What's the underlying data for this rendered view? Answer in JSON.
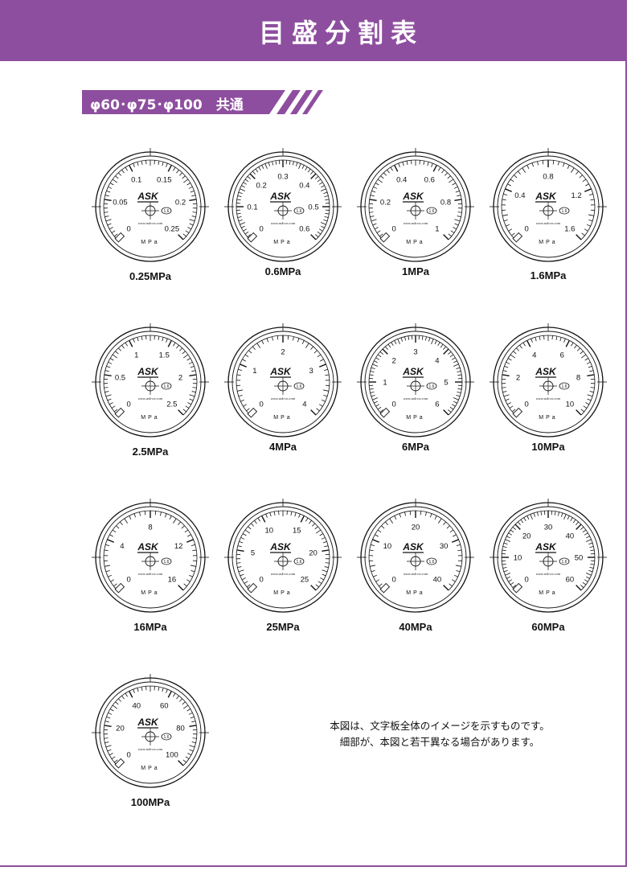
{
  "header": {
    "title": "目盛分割表"
  },
  "section": {
    "label": "φ60･φ75･φ100　共通"
  },
  "brand": {
    "logo": "ASK",
    "url": "www.ask-cn.com",
    "unit": "MPa",
    "badge": "1.6"
  },
  "colors": {
    "accent": "#8e4e9f",
    "ink": "#111111",
    "frame": "#8e4e9f"
  },
  "gauges": [
    {
      "caption": "0.25MPa",
      "labels": [
        "0",
        "0.05",
        "0.1",
        "0.15",
        "0.2",
        "0.25"
      ]
    },
    {
      "caption": "0.6MPa",
      "labels": [
        "0",
        "0.1",
        "0.2",
        "0.3",
        "0.4",
        "0.5",
        "0.6"
      ]
    },
    {
      "caption": "1MPa",
      "labels": [
        "0",
        "0.2",
        "0.4",
        "0.6",
        "0.8",
        "1"
      ]
    },
    {
      "caption": "1.6MPa",
      "labels": [
        "0",
        "0.4",
        "0.8",
        "1.2",
        "1.6"
      ]
    },
    {
      "caption": "2.5MPa",
      "labels": [
        "0",
        "0.5",
        "1",
        "1.5",
        "2",
        "2.5"
      ]
    },
    {
      "caption": "4MPa",
      "labels": [
        "0",
        "1",
        "2",
        "3",
        "4"
      ]
    },
    {
      "caption": "6MPa",
      "labels": [
        "0",
        "1",
        "2",
        "3",
        "4",
        "5",
        "6"
      ]
    },
    {
      "caption": "10MPa",
      "labels": [
        "0",
        "2",
        "4",
        "6",
        "8",
        "10"
      ]
    },
    {
      "caption": "16MPa",
      "labels": [
        "0",
        "4",
        "8",
        "12",
        "16"
      ]
    },
    {
      "caption": "25MPa",
      "labels": [
        "0",
        "5",
        "10",
        "15",
        "20",
        "25"
      ]
    },
    {
      "caption": "40MPa",
      "labels": [
        "0",
        "10",
        "20",
        "30",
        "40"
      ]
    },
    {
      "caption": "60MPa",
      "labels": [
        "0",
        "10",
        "20",
        "30",
        "40",
        "50",
        "60"
      ]
    },
    {
      "caption": "100MPa",
      "labels": [
        "0",
        "20",
        "40",
        "60",
        "80",
        "100"
      ]
    }
  ],
  "note": {
    "line1": "本図は、文字板全体のイメージを示すものです。",
    "line2": "細部が、本図と若干異なる場合があります。"
  }
}
